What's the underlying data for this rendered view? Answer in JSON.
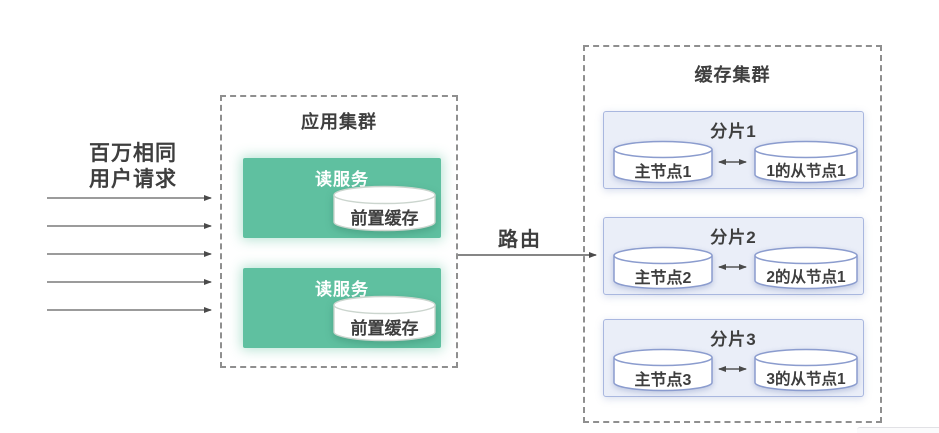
{
  "diagram": {
    "left": {
      "request_label_line1": "百万相同",
      "request_label_line2": "用户请求",
      "request_arrow_count": 5
    },
    "route_label": "路由",
    "app_cluster": {
      "title": "应用集群",
      "services": [
        {
          "label": "读服务",
          "cache_label": "前置缓存"
        },
        {
          "label": "读服务",
          "cache_label": "前置缓存"
        }
      ]
    },
    "cache_cluster": {
      "title": "缓存集群",
      "shards": [
        {
          "title": "分片1",
          "master_label": "主节点1",
          "slave_label": "1的从节点1"
        },
        {
          "title": "分片2",
          "master_label": "主节点2",
          "slave_label": "2的从节点1"
        },
        {
          "title": "分片3",
          "master_label": "主节点3",
          "slave_label": "3的从节点1"
        }
      ]
    },
    "colors": {
      "service_green": "#5fc0a0",
      "shard_fill": "#eaeef8",
      "shard_border": "#a9b7df",
      "cylinder_stroke": "#8b9cce",
      "front_cache_stroke": "#cbd5ce",
      "dashed_border": "#8f8f8f",
      "text": "#3e3e3e",
      "arrow_line": "#777777",
      "arrow_head": "#4a4a4a"
    }
  }
}
